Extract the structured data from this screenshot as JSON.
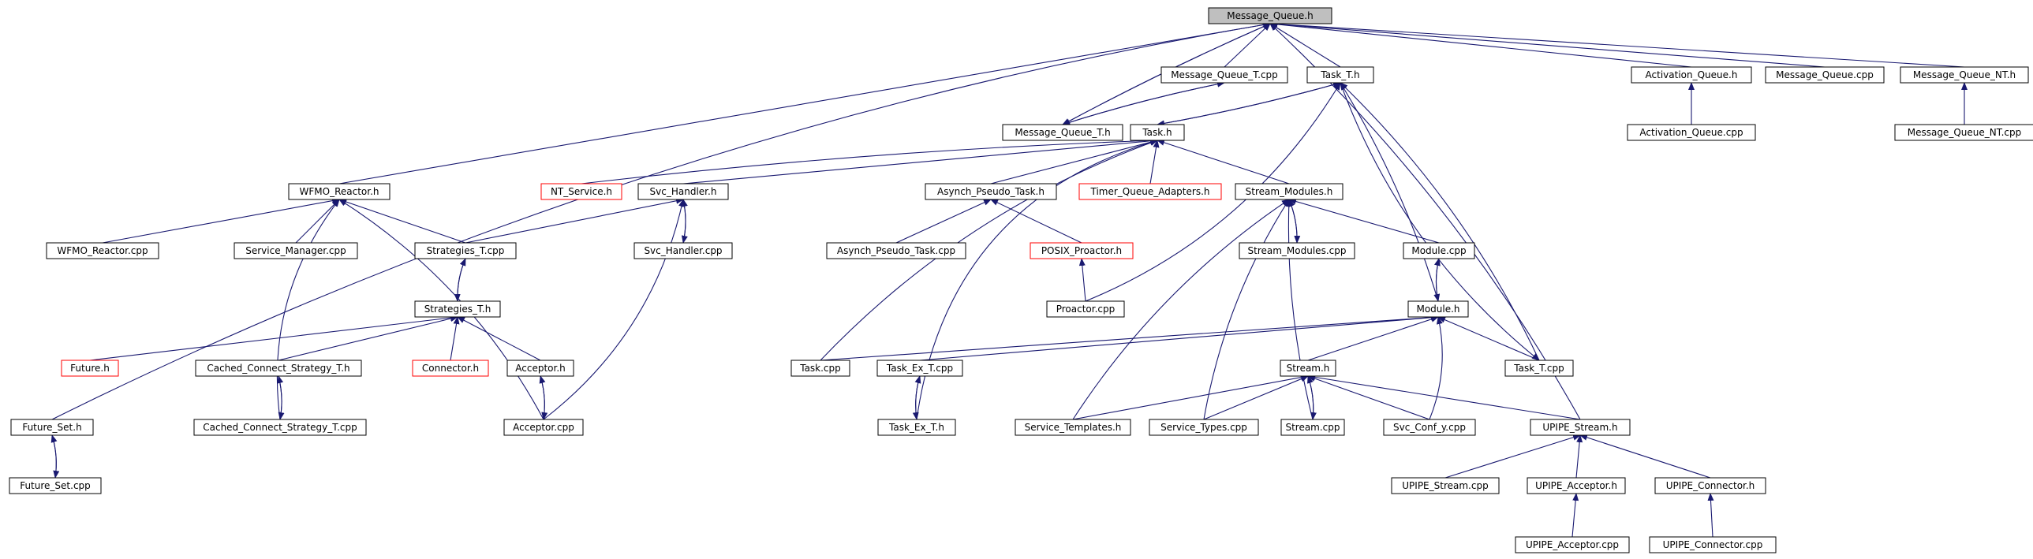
{
  "diagram": {
    "colors": {
      "edge": "#191970",
      "border": "#000000",
      "border_red": "#ff0000",
      "root_fill": "#bfbfbf",
      "background": "#ffffff"
    },
    "nodes": [
      {
        "id": "mq_h",
        "label": "Message_Queue.h",
        "style": "root"
      },
      {
        "id": "mq_t_cpp",
        "label": "Message_Queue_T.cpp",
        "style": "normal"
      },
      {
        "id": "task_t_h",
        "label": "Task_T.h",
        "style": "normal"
      },
      {
        "id": "activation_queue_h",
        "label": "Activation_Queue.h",
        "style": "normal"
      },
      {
        "id": "mq_cpp",
        "label": "Message_Queue.cpp",
        "style": "normal"
      },
      {
        "id": "mq_nt_h",
        "label": "Message_Queue_NT.h",
        "style": "normal"
      },
      {
        "id": "mq_t_h",
        "label": "Message_Queue_T.h",
        "style": "normal"
      },
      {
        "id": "task_h",
        "label": "Task.h",
        "style": "normal"
      },
      {
        "id": "activation_queue_cpp",
        "label": "Activation_Queue.cpp",
        "style": "normal"
      },
      {
        "id": "mq_nt_cpp",
        "label": "Message_Queue_NT.cpp",
        "style": "normal"
      },
      {
        "id": "wfmo_reactor_h",
        "label": "WFMO_Reactor.h",
        "style": "normal"
      },
      {
        "id": "nt_service_h",
        "label": "NT_Service.h",
        "style": "red"
      },
      {
        "id": "svc_handler_h",
        "label": "Svc_Handler.h",
        "style": "normal"
      },
      {
        "id": "asynch_pseudo_task_h",
        "label": "Asynch_Pseudo_Task.h",
        "style": "normal"
      },
      {
        "id": "timer_queue_adapters_h",
        "label": "Timer_Queue_Adapters.h",
        "style": "red"
      },
      {
        "id": "stream_modules_h",
        "label": "Stream_Modules.h",
        "style": "normal"
      },
      {
        "id": "wfmo_reactor_cpp",
        "label": "WFMO_Reactor.cpp",
        "style": "normal"
      },
      {
        "id": "service_manager_cpp",
        "label": "Service_Manager.cpp",
        "style": "normal"
      },
      {
        "id": "strategies_t_cpp",
        "label": "Strategies_T.cpp",
        "style": "normal"
      },
      {
        "id": "svc_handler_cpp",
        "label": "Svc_Handler.cpp",
        "style": "normal"
      },
      {
        "id": "asynch_pseudo_task_cpp",
        "label": "Asynch_Pseudo_Task.cpp",
        "style": "normal"
      },
      {
        "id": "posix_proactor_h",
        "label": "POSIX_Proactor.h",
        "style": "red"
      },
      {
        "id": "stream_modules_cpp",
        "label": "Stream_Modules.cpp",
        "style": "normal"
      },
      {
        "id": "module_cpp",
        "label": "Module.cpp",
        "style": "normal"
      },
      {
        "id": "strategies_t_h",
        "label": "Strategies_T.h",
        "style": "normal"
      },
      {
        "id": "proactor_cpp",
        "label": "Proactor.cpp",
        "style": "normal"
      },
      {
        "id": "module_h",
        "label": "Module.h",
        "style": "normal"
      },
      {
        "id": "future_h",
        "label": "Future.h",
        "style": "red"
      },
      {
        "id": "cached_connect_strategy_t_h",
        "label": "Cached_Connect_Strategy_T.h",
        "style": "normal"
      },
      {
        "id": "connector_h",
        "label": "Connector.h",
        "style": "red"
      },
      {
        "id": "acceptor_h",
        "label": "Acceptor.h",
        "style": "normal"
      },
      {
        "id": "task_cpp",
        "label": "Task.cpp",
        "style": "normal"
      },
      {
        "id": "task_ex_t_cpp",
        "label": "Task_Ex_T.cpp",
        "style": "normal"
      },
      {
        "id": "task_t_cpp",
        "label": "Task_T.cpp",
        "style": "normal"
      },
      {
        "id": "stream_h",
        "label": "Stream.h",
        "style": "normal"
      },
      {
        "id": "future_set_h",
        "label": "Future_Set.h",
        "style": "normal"
      },
      {
        "id": "cached_connect_strategy_t_cpp",
        "label": "Cached_Connect_Strategy_T.cpp",
        "style": "normal"
      },
      {
        "id": "acceptor_cpp",
        "label": "Acceptor.cpp",
        "style": "normal"
      },
      {
        "id": "task_ex_t_h",
        "label": "Task_Ex_T.h",
        "style": "normal"
      },
      {
        "id": "service_templates_h",
        "label": "Service_Templates.h",
        "style": "normal"
      },
      {
        "id": "service_types_cpp",
        "label": "Service_Types.cpp",
        "style": "normal"
      },
      {
        "id": "stream_cpp",
        "label": "Stream.cpp",
        "style": "normal"
      },
      {
        "id": "svc_conf_y_cpp",
        "label": "Svc_Conf_y.cpp",
        "style": "normal"
      },
      {
        "id": "upipe_stream_h",
        "label": "UPIPE_Stream.h",
        "style": "normal"
      },
      {
        "id": "future_set_cpp",
        "label": "Future_Set.cpp",
        "style": "normal"
      },
      {
        "id": "upipe_stream_cpp",
        "label": "UPIPE_Stream.cpp",
        "style": "normal"
      },
      {
        "id": "upipe_acceptor_h",
        "label": "UPIPE_Acceptor.h",
        "style": "normal"
      },
      {
        "id": "upipe_connector_h",
        "label": "UPIPE_Connector.h",
        "style": "normal"
      },
      {
        "id": "upipe_acceptor_cpp",
        "label": "UPIPE_Acceptor.cpp",
        "style": "normal"
      },
      {
        "id": "upipe_connector_cpp",
        "label": "UPIPE_Connector.cpp",
        "style": "normal"
      }
    ],
    "edges": [
      [
        "future_set_h",
        "mq_h"
      ],
      [
        "wfmo_reactor_h",
        "mq_h"
      ],
      [
        "mq_t_cpp",
        "mq_h"
      ],
      [
        "mq_t_h",
        "mq_h"
      ],
      [
        "task_t_h",
        "mq_h"
      ],
      [
        "activation_queue_h",
        "mq_h"
      ],
      [
        "mq_cpp",
        "mq_h"
      ],
      [
        "mq_nt_h",
        "mq_h"
      ],
      [
        "upipe_stream_h",
        "mq_h"
      ],
      [
        "mq_h",
        "mq_t_h"
      ],
      [
        "mq_t_cpp",
        "mq_t_h"
      ],
      [
        "mq_t_h",
        "mq_t_cpp"
      ],
      [
        "task_h",
        "task_t_h"
      ],
      [
        "task_t_h",
        "task_h"
      ],
      [
        "task_t_cpp",
        "task_t_h"
      ],
      [
        "task_t_h",
        "task_t_cpp"
      ],
      [
        "module_h",
        "task_t_h"
      ],
      [
        "proactor_cpp",
        "task_t_h"
      ],
      [
        "activation_queue_cpp",
        "activation_queue_h"
      ],
      [
        "mq_nt_cpp",
        "mq_nt_h"
      ],
      [
        "svc_handler_h",
        "task_h"
      ],
      [
        "asynch_pseudo_task_h",
        "task_h"
      ],
      [
        "timer_queue_adapters_h",
        "task_h"
      ],
      [
        "stream_modules_h",
        "task_h"
      ],
      [
        "task_cpp",
        "task_h"
      ],
      [
        "task_ex_t_h",
        "task_h"
      ],
      [
        "nt_service_h",
        "task_h"
      ],
      [
        "wfmo_reactor_cpp",
        "wfmo_reactor_h"
      ],
      [
        "service_manager_cpp",
        "wfmo_reactor_h"
      ],
      [
        "strategies_t_cpp",
        "wfmo_reactor_h"
      ],
      [
        "cached_connect_strategy_t_cpp",
        "wfmo_reactor_h"
      ],
      [
        "acceptor_cpp",
        "wfmo_reactor_h"
      ],
      [
        "strategies_t_cpp",
        "svc_handler_h"
      ],
      [
        "svc_handler_cpp",
        "svc_handler_h"
      ],
      [
        "svc_handler_h",
        "svc_handler_cpp"
      ],
      [
        "acceptor_cpp",
        "svc_handler_h"
      ],
      [
        "asynch_pseudo_task_cpp",
        "asynch_pseudo_task_h"
      ],
      [
        "posix_proactor_h",
        "asynch_pseudo_task_h"
      ],
      [
        "proactor_cpp",
        "posix_proactor_h"
      ],
      [
        "stream_modules_cpp",
        "stream_modules_h"
      ],
      [
        "stream_modules_h",
        "stream_modules_cpp"
      ],
      [
        "module_cpp",
        "stream_modules_h"
      ],
      [
        "service_templates_h",
        "stream_modules_h"
      ],
      [
        "service_types_cpp",
        "stream_modules_h"
      ],
      [
        "stream_cpp",
        "stream_modules_h"
      ],
      [
        "strategies_t_h",
        "strategies_t_cpp"
      ],
      [
        "strategies_t_cpp",
        "strategies_t_h"
      ],
      [
        "future_h",
        "strategies_t_h"
      ],
      [
        "cached_connect_strategy_t_h",
        "strategies_t_h"
      ],
      [
        "connector_h",
        "strategies_t_h"
      ],
      [
        "acceptor_h",
        "strategies_t_h"
      ],
      [
        "module_h",
        "module_cpp"
      ],
      [
        "module_cpp",
        "module_h"
      ],
      [
        "task_cpp",
        "module_h"
      ],
      [
        "task_ex_t_cpp",
        "module_h"
      ],
      [
        "stream_h",
        "module_h"
      ],
      [
        "task_t_cpp",
        "module_h"
      ],
      [
        "svc_conf_y_cpp",
        "module_h"
      ],
      [
        "cached_connect_strategy_t_cpp",
        "cached_connect_strategy_t_h"
      ],
      [
        "cached_connect_strategy_t_h",
        "cached_connect_strategy_t_cpp"
      ],
      [
        "acceptor_cpp",
        "acceptor_h"
      ],
      [
        "acceptor_h",
        "acceptor_cpp"
      ],
      [
        "task_ex_t_h",
        "task_ex_t_cpp"
      ],
      [
        "task_ex_t_cpp",
        "task_ex_t_h"
      ],
      [
        "service_templates_h",
        "stream_h"
      ],
      [
        "service_types_cpp",
        "stream_h"
      ],
      [
        "stream_cpp",
        "stream_h"
      ],
      [
        "stream_h",
        "stream_cpp"
      ],
      [
        "svc_conf_y_cpp",
        "stream_h"
      ],
      [
        "upipe_stream_h",
        "stream_h"
      ],
      [
        "future_set_cpp",
        "future_set_h"
      ],
      [
        "future_set_h",
        "future_set_cpp"
      ],
      [
        "upipe_stream_cpp",
        "upipe_stream_h"
      ],
      [
        "upipe_acceptor_h",
        "upipe_stream_h"
      ],
      [
        "upipe_connector_h",
        "upipe_stream_h"
      ],
      [
        "upipe_acceptor_cpp",
        "upipe_acceptor_h"
      ],
      [
        "upipe_connector_cpp",
        "upipe_connector_h"
      ]
    ]
  }
}
